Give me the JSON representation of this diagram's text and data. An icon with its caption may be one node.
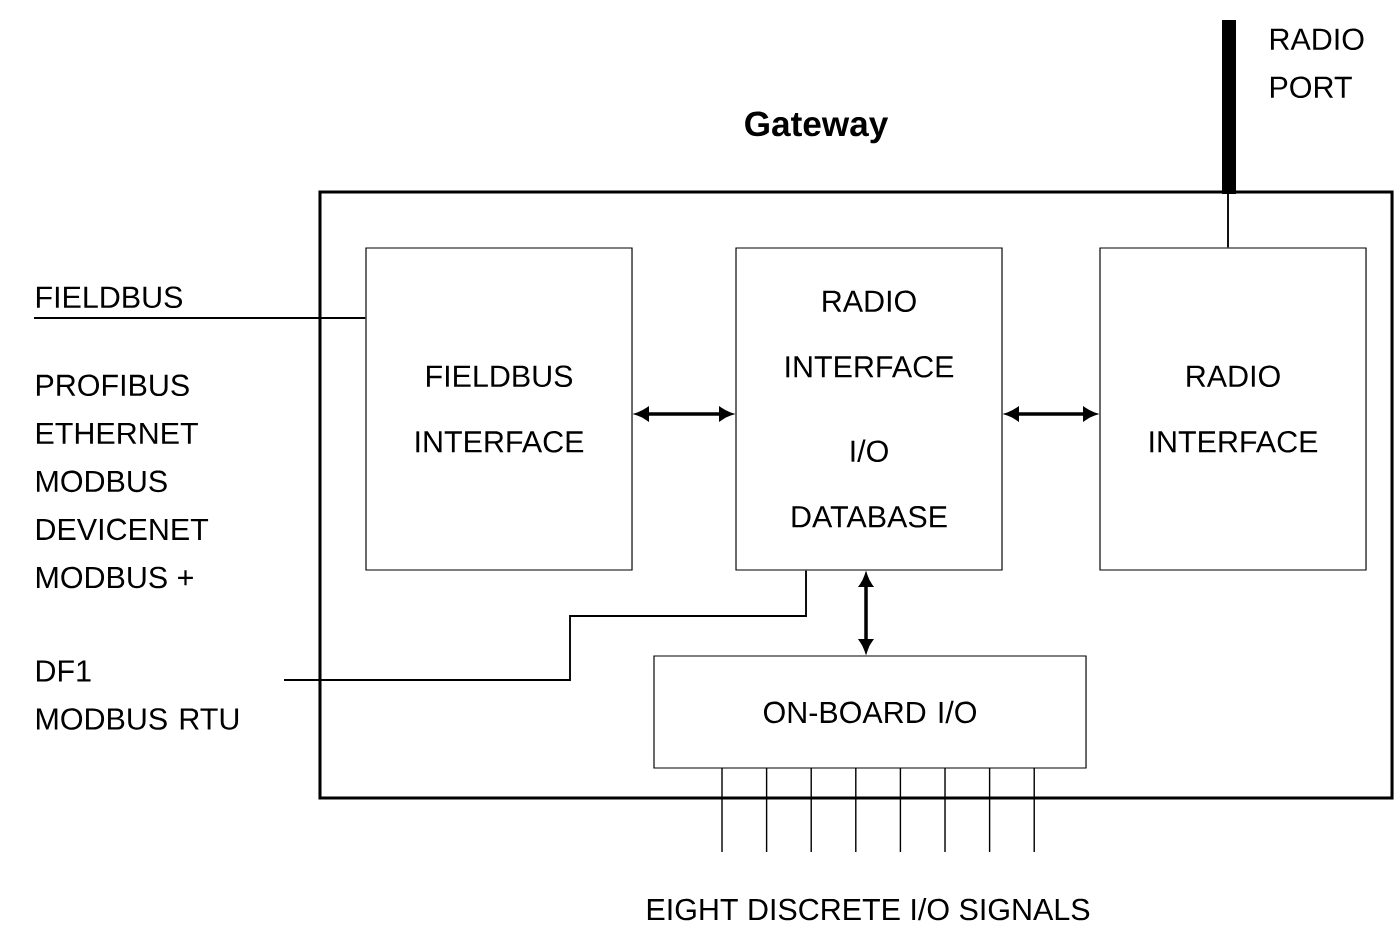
{
  "diagram": {
    "nodes": [
      {
        "text": [
          "Gateway"
        ]
      },
      {
        "text": [
          "FIELDBUS INTERFACE"
        ],
        "in": 0
      },
      {
        "text": [
          "RADIO INTERFACE",
          "I/O DATABASE"
        ],
        "in": 0
      },
      {
        "text": [
          "RADIO INTERFACE"
        ],
        "in": 0
      },
      {
        "text": [
          "ON-BOARD I/O"
        ],
        "in": 0
      },
      {
        "text": [
          "FIELDBUS",
          "PROFIBUS ETHERNET MODBUS DEVICENET MODBUS +"
        ]
      },
      {
        "text": [
          "DF1",
          "MODBUS RTU"
        ]
      },
      {
        "text": [
          "RADIO PORT"
        ]
      }
    ],
    "edges": [
      {
        "from": 1,
        "to": 2,
        "arrow": "both"
      },
      {
        "from": 2,
        "to": 3,
        "arrow": "both"
      },
      {
        "from": 2,
        "to": 4,
        "arrow": "both"
      },
      {
        "from": 5,
        "to": 1,
        "arrow": "none"
      },
      {
        "from": 6,
        "to": 2,
        "arrow": "none"
      },
      {
        "from": 7,
        "to": 3,
        "arrow": "none"
      }
    ],
    "labels": [
      "EIGHT DISCRETE I/O SIGNALS"
    ]
  }
}
